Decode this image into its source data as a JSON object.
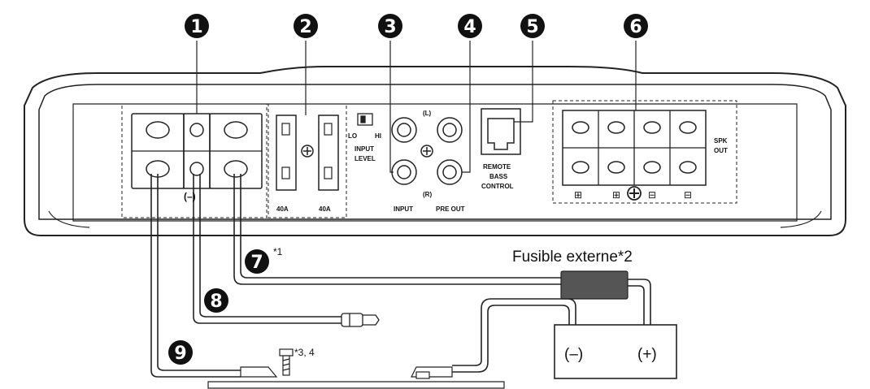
{
  "callouts": {
    "c1": "1",
    "c2": "2",
    "c3": "3",
    "c4": "4",
    "c5": "5",
    "c6": "6",
    "c7": "7",
    "c8": "8",
    "c9": "9"
  },
  "labels": {
    "fuse_left": "40A",
    "fuse_right": "40A",
    "level_lo": "LO",
    "level_hi": "HI",
    "input_level_1": "INPUT",
    "input_level_2": "LEVEL",
    "rca_left": "(L)",
    "rca_right": "(R)",
    "input": "INPUT",
    "pre_out": "PRE OUT",
    "remote_1": "REMOTE",
    "remote_2": "BASS",
    "remote_3": "CONTROL",
    "spk_out_1": "SPK",
    "spk_out_2": "OUT",
    "spk_plus_1": "⊞",
    "spk_plus_2": "⊞",
    "spk_minus_1": "⊟",
    "spk_minus_2": "⊟",
    "fuse_external": "Fusible externe*2",
    "note_1": "*1",
    "note_34": "*3, 4",
    "battery_minus": "(–)",
    "battery_plus": "(+)",
    "terminal_gnd": "(–)"
  },
  "colors": {
    "line": "#222222",
    "panel": "#ffffff",
    "fuse_block": "#555555",
    "callout_bg": "#111111"
  }
}
